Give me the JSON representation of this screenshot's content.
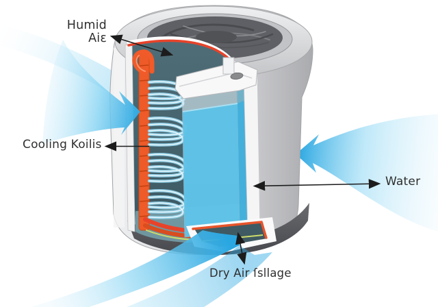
{
  "diagram": {
    "type": "cutaway-appliance-airflow-diagram",
    "labels": {
      "humid_air_line1": "Humid",
      "humid_air_line2": "Aiɛ",
      "cooling_coils": "Cooling Koilis",
      "water": "Water",
      "dry_air": "Dry Air ſsllage"
    },
    "colors": {
      "background": "#ffffff",
      "shell_light": "#f0f1f2",
      "shell_dark": "#aeafb2",
      "base_dark": "#54555a",
      "grille_dark": "#57585c",
      "interior_teal": "#46646d",
      "coil_orange": "#f15a29",
      "rim_red": "#e8432a",
      "coil_tube_blue": "#8fcde4",
      "water_blue": "#5cc1e7",
      "water_side_blue": "#3fafdb",
      "airflow_deep": "#2aa7e1",
      "airflow_pale": "#d4effb",
      "condensate_green": "#cddc6a",
      "arrow_black": "#1c1c1c",
      "label_text": "#2f2f2f"
    }
  }
}
